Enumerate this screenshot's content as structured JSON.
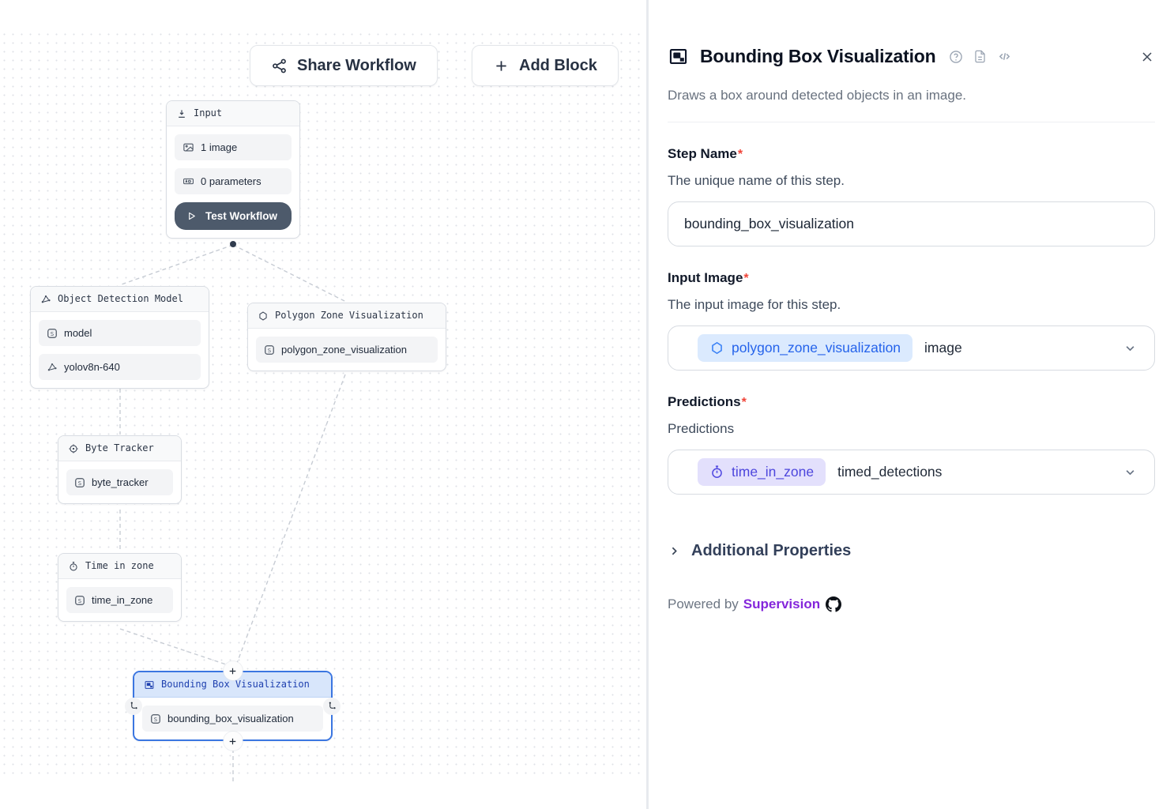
{
  "colors": {
    "selected_node_border": "#3b76e1",
    "selected_header_bg": "#d8e6fb",
    "pill_blue_bg": "#dbeafe",
    "pill_blue_text": "#2563eb",
    "pill_purple_bg": "#e3e0fc",
    "pill_purple_text": "#4d46dd",
    "supervision_purple": "#8426db",
    "required_red": "#f04438",
    "test_button_bg": "#4d5a6b"
  },
  "icons": {
    "share": "share-network",
    "plus": "+",
    "import": "arrow-down-to-line",
    "image": "picture",
    "parameters": "input-letters-box",
    "play": "play-triangle",
    "model_graph": "graph-nodes",
    "step_output": "S-in-square",
    "polygon": "hexagon-outline",
    "tracker": "crosshair-target",
    "timer": "stopwatch",
    "visualization": "framed-image",
    "help": "question-circle",
    "docs": "file-text",
    "code": "</>",
    "close": "x",
    "chevron_down": "chevron-down",
    "chevron_right": "chevron-right",
    "branch_handle": "route-elbow",
    "github": "octocat"
  },
  "canvas": {
    "toolbar": {
      "share_workflow": "Share Workflow",
      "add_block": "Add Block"
    },
    "nodes": {
      "input": {
        "title": "Input",
        "items": [
          "1 image",
          "0 parameters"
        ],
        "test_button": "Test Workflow"
      },
      "object_detection_model": {
        "title": "Object Detection Model",
        "items": [
          "model",
          "yolov8n-640"
        ]
      },
      "polygon_zone_visualization": {
        "title": "Polygon Zone Visualization",
        "items": [
          "polygon_zone_visualization"
        ]
      },
      "byte_tracker": {
        "title": "Byte Tracker",
        "items": [
          "byte_tracker"
        ]
      },
      "time_in_zone": {
        "title": "Time in zone",
        "items": [
          "time_in_zone"
        ]
      },
      "bounding_box_visualization": {
        "title": "Bounding Box Visualization",
        "items": [
          "bounding_box_visualization"
        ],
        "selected": true
      }
    }
  },
  "panel": {
    "title": "Bounding Box Visualization",
    "description": "Draws a box around detected objects in an image.",
    "step_name": {
      "label": "Step Name",
      "required": "*",
      "help": "The unique name of this step.",
      "value": "bounding_box_visualization"
    },
    "input_image": {
      "label": "Input Image",
      "required": "*",
      "help": "The input image for this step.",
      "pill": "polygon_zone_visualization",
      "value": "image"
    },
    "predictions": {
      "label": "Predictions",
      "required": "*",
      "help": "Predictions",
      "pill": "time_in_zone",
      "value": "timed_detections"
    },
    "additional_properties": "Additional Properties",
    "powered_by": "Powered by",
    "supervision_link": "Supervision"
  }
}
